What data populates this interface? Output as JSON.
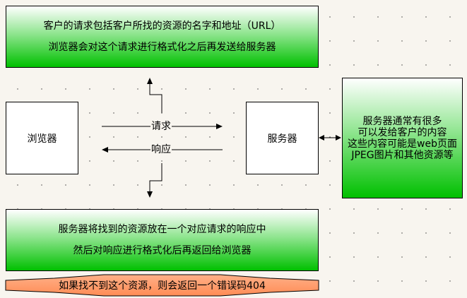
{
  "diagram": {
    "top_box": {
      "lines": [
        "客户的请求包括客户所找的资源的名字和地址（URL）",
        "浏览器会对这个请求进行格式化之后再发送给服务器"
      ]
    },
    "browser_box": {
      "label": "浏览器"
    },
    "server_box": {
      "label": "服务器"
    },
    "request_arrow": {
      "label": "请求"
    },
    "response_arrow": {
      "label": "响应"
    },
    "server_content_box": {
      "lines": [
        "服务器通常有很多",
        "可以发给客户的内容",
        "这些内容可能是web页面",
        "JPEG图片和其他资源等"
      ]
    },
    "bottom_box": {
      "lines": [
        "服务器将找到的资源放在一个对应请求的响应中",
        "然后对响应进行格式化后再返回给浏览器"
      ]
    },
    "error_banner": {
      "text": "如果找不到这个资源，则会返回一个错误码404"
    },
    "colors": {
      "green_top": "#ffffff",
      "green_bottom": "#00c000",
      "banner_fill": "#ff9966",
      "background": "#f8f5ef"
    }
  }
}
